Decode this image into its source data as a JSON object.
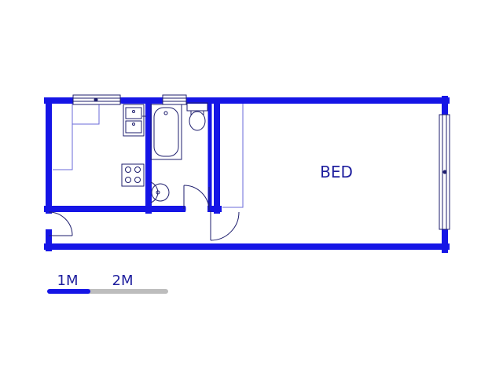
{
  "colors": {
    "wall": "#1515e6",
    "fixture": "#1e1e6e",
    "thin_line": "#6a6ad8",
    "label": "#1e1e9e",
    "scale_done": "#1515e6",
    "scale_rest": "#bdbdbd"
  },
  "rooms": {
    "bedroom_label": "BED"
  },
  "scale_bar": {
    "label_1": "1M",
    "label_2": "2M"
  }
}
